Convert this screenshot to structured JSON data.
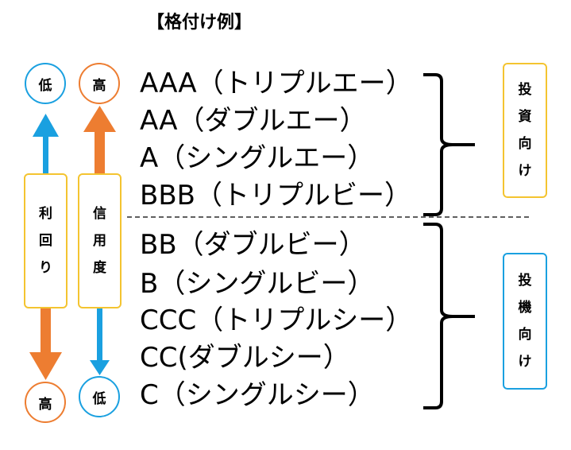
{
  "title": "【格付け例】",
  "ratings": [
    "AAA（トリプルエー）",
    "AA（ダブルエー）",
    "A（シングルエー）",
    "BBB（トリプルビー）",
    "BB（ダブルビー）",
    "B（シングルビー）",
    "CCC（トリプルシー）",
    "CC(ダブルシー）",
    "C（シングルシー）"
  ],
  "yield_axis": {
    "top": "低",
    "label": [
      "利",
      "回",
      "り"
    ],
    "bottom": "高"
  },
  "credit_axis": {
    "top": "高",
    "label": [
      "信",
      "用",
      "度"
    ],
    "bottom": "低"
  },
  "investment_grade": [
    "投",
    "資",
    "向",
    "け"
  ],
  "speculative_grade": [
    "投",
    "機",
    "向",
    "け"
  ],
  "colors": {
    "blue": "#1aa0e0",
    "orange": "#ed7d31",
    "yellow": "#f4c430"
  }
}
